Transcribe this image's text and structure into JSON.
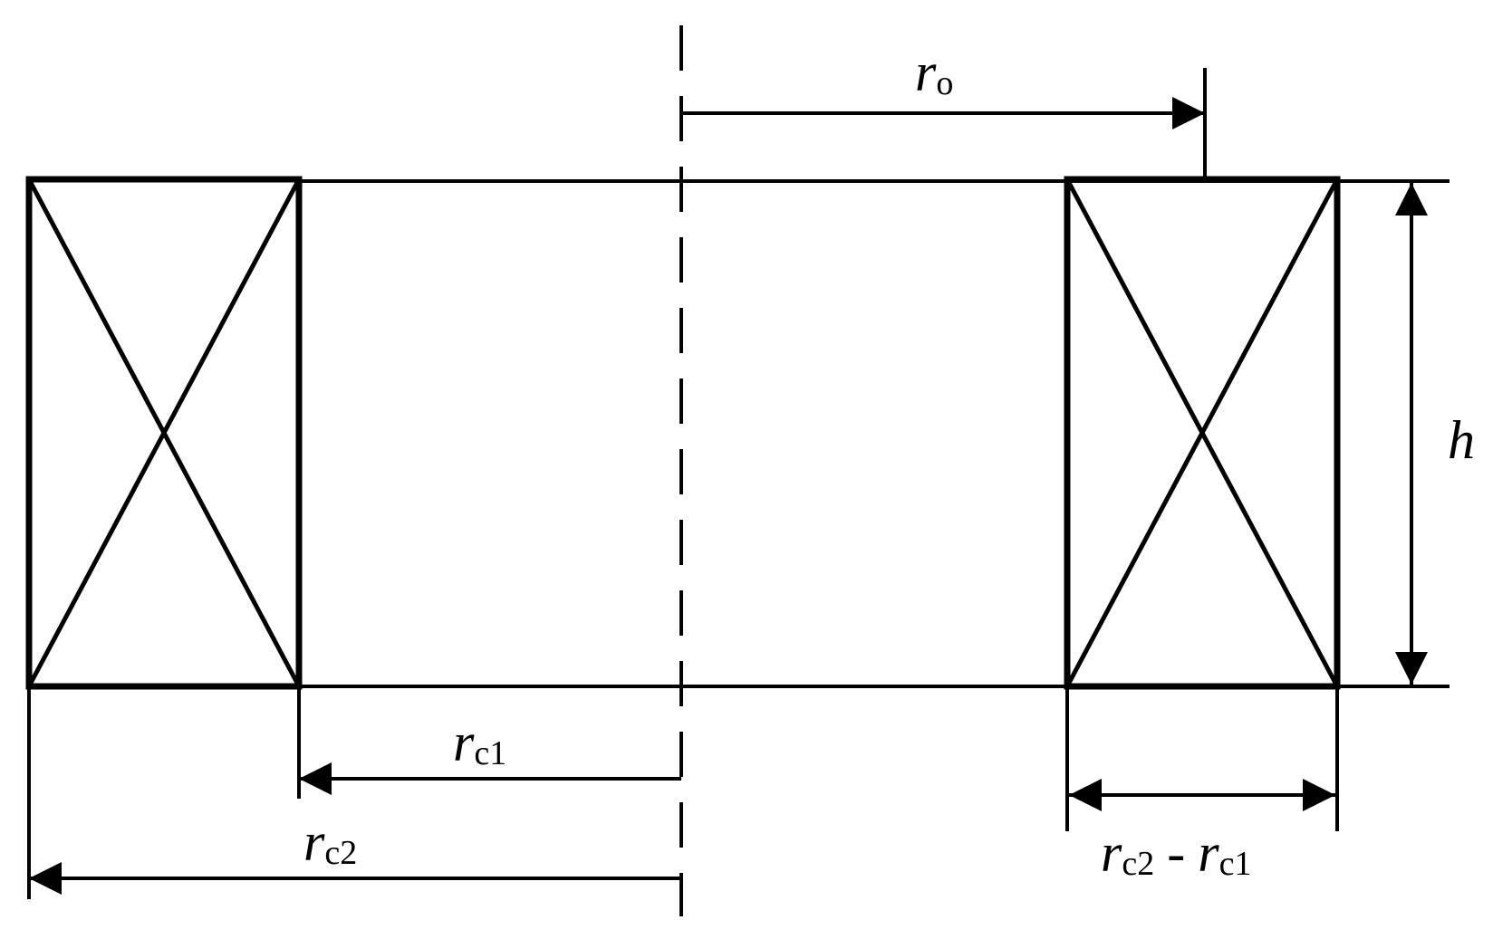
{
  "labels": {
    "r_o": {
      "var": "r",
      "sub": "o"
    },
    "r_c1": {
      "var": "r",
      "sub": "c1"
    },
    "r_c2": {
      "var": "r",
      "sub": "c2"
    },
    "h": {
      "var": "h"
    },
    "width": {
      "var1": "r",
      "sub1": "c2",
      "op": "-",
      "var2": "r",
      "sub2": "c1"
    }
  }
}
